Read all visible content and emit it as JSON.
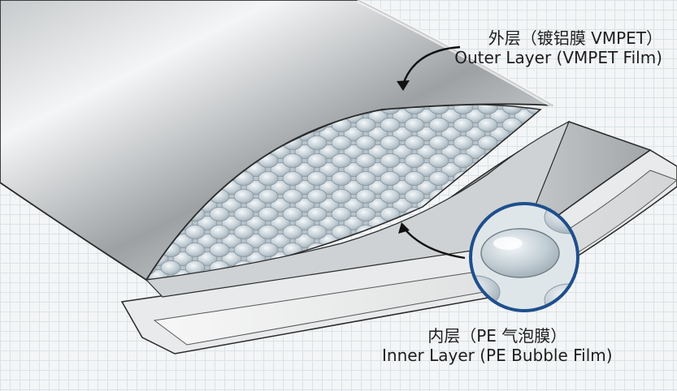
{
  "callouts": {
    "outer": {
      "zh": "外层（镀铝膜 VMPET）",
      "en": "Outer Layer (VMPET Film)"
    },
    "inner": {
      "zh": "内层（PE 气泡膜）",
      "en": "Inner Layer (PE Bubble Film)"
    }
  },
  "colors": {
    "background": "#f3f5f6",
    "grid": "#dbe2e6",
    "silver_light": "#e9ebec",
    "silver_dark": "#8e9295",
    "bubble_fill": "#c9d3d9",
    "outline": "#2a2a2a"
  },
  "icons": {
    "outer_arrow": "curved-arrow-icon",
    "inner_arrow": "curved-arrow-icon",
    "magnifier": "bubble-closeup-icon"
  }
}
